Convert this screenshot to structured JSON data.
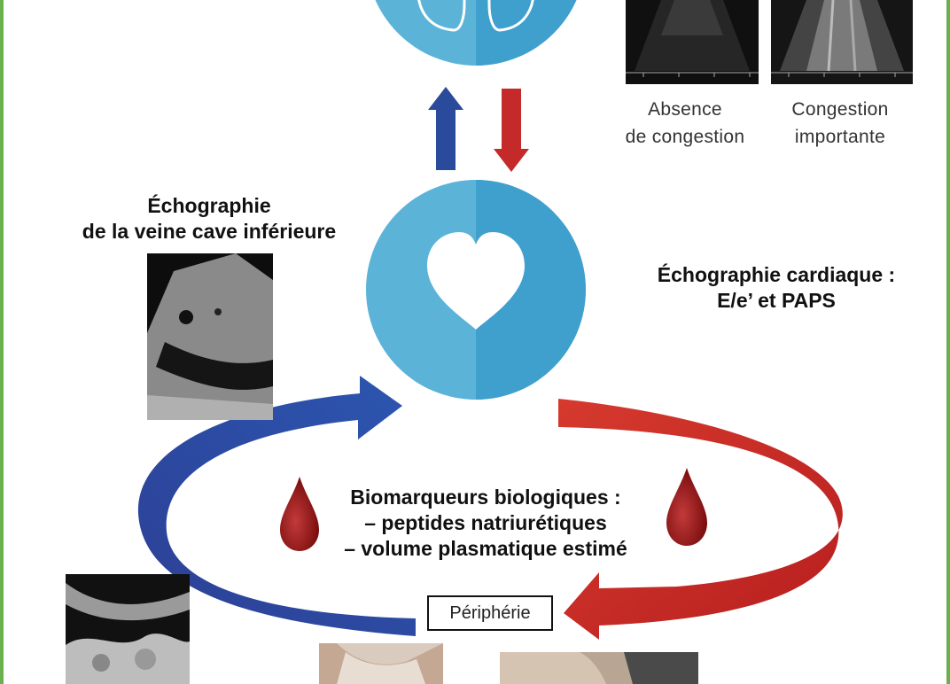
{
  "lung_images": [
    {
      "label_line1": "Absence",
      "label_line2": "de congestion"
    },
    {
      "label_line1": "Congestion",
      "label_line2": "importante"
    }
  ],
  "ivc": {
    "title_line1": "Échographie",
    "title_line2": "de la veine cave inférieure"
  },
  "cardiac": {
    "title_line1": "Échographie cardiaque :",
    "title_line2": "E/e’ et PAPS"
  },
  "biomarkers": {
    "line1": "Biomarqueurs biologiques :",
    "line2": "– peptides natriurétiques",
    "line3": "– volume plasmatique estimé"
  },
  "periphery": {
    "label": "Périphérie"
  },
  "colors": {
    "circle_light": "#5bb3d8",
    "circle_dark": "#3c9ccb",
    "arrow_blue": "#2a4a9c",
    "arrow_red": "#c42a2a",
    "drop": "#8b1212",
    "border_green": "#6ab04c"
  },
  "icons": [
    "lungs-icon",
    "heart-icon",
    "blood-drop-icon",
    "blood-drop-icon"
  ]
}
